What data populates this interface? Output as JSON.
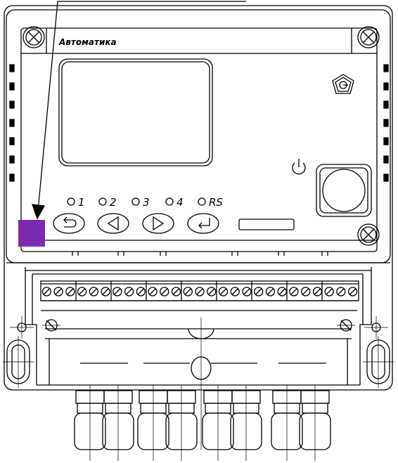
{
  "device": {
    "brand": "Автоматика",
    "indicators": [
      "1",
      "2",
      "3",
      "4",
      "RS"
    ]
  },
  "buttons": [
    {
      "name": "back-button",
      "icon": "return-arrow-icon"
    },
    {
      "name": "left-button",
      "icon": "triangle-left-icon"
    },
    {
      "name": "right-button",
      "icon": "triangle-right-icon"
    },
    {
      "name": "enter-button",
      "icon": "enter-arrow-icon"
    }
  ],
  "colors": {
    "line": "#000000",
    "highlight": "#7a2bb0"
  }
}
